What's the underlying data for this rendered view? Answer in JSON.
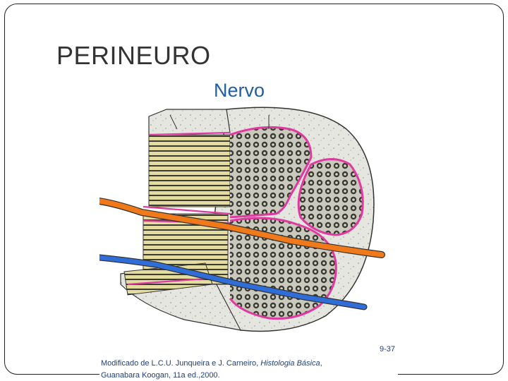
{
  "slide": {
    "title": "PERINEURO"
  },
  "figure": {
    "title": "Nervo",
    "number": "9-37",
    "caption_line1_prefix": "Modificado de L.C.U. Junqueira e J. Carneiro, ",
    "caption_line1_italic": "Histologia Básica",
    "caption_line1_suffix": ",",
    "caption_line2": "Guanabara Koogan, 11a ed.,2000.",
    "colors": {
      "perineurium": "#e0399f",
      "artery": "#f07a1a",
      "vein": "#2f6ed8",
      "epineurium": "#e6e6e1",
      "fascicle": "#c9c9be",
      "fiber": "#3b3b33",
      "longitudinal_stripe": "#e4dc9e"
    }
  }
}
